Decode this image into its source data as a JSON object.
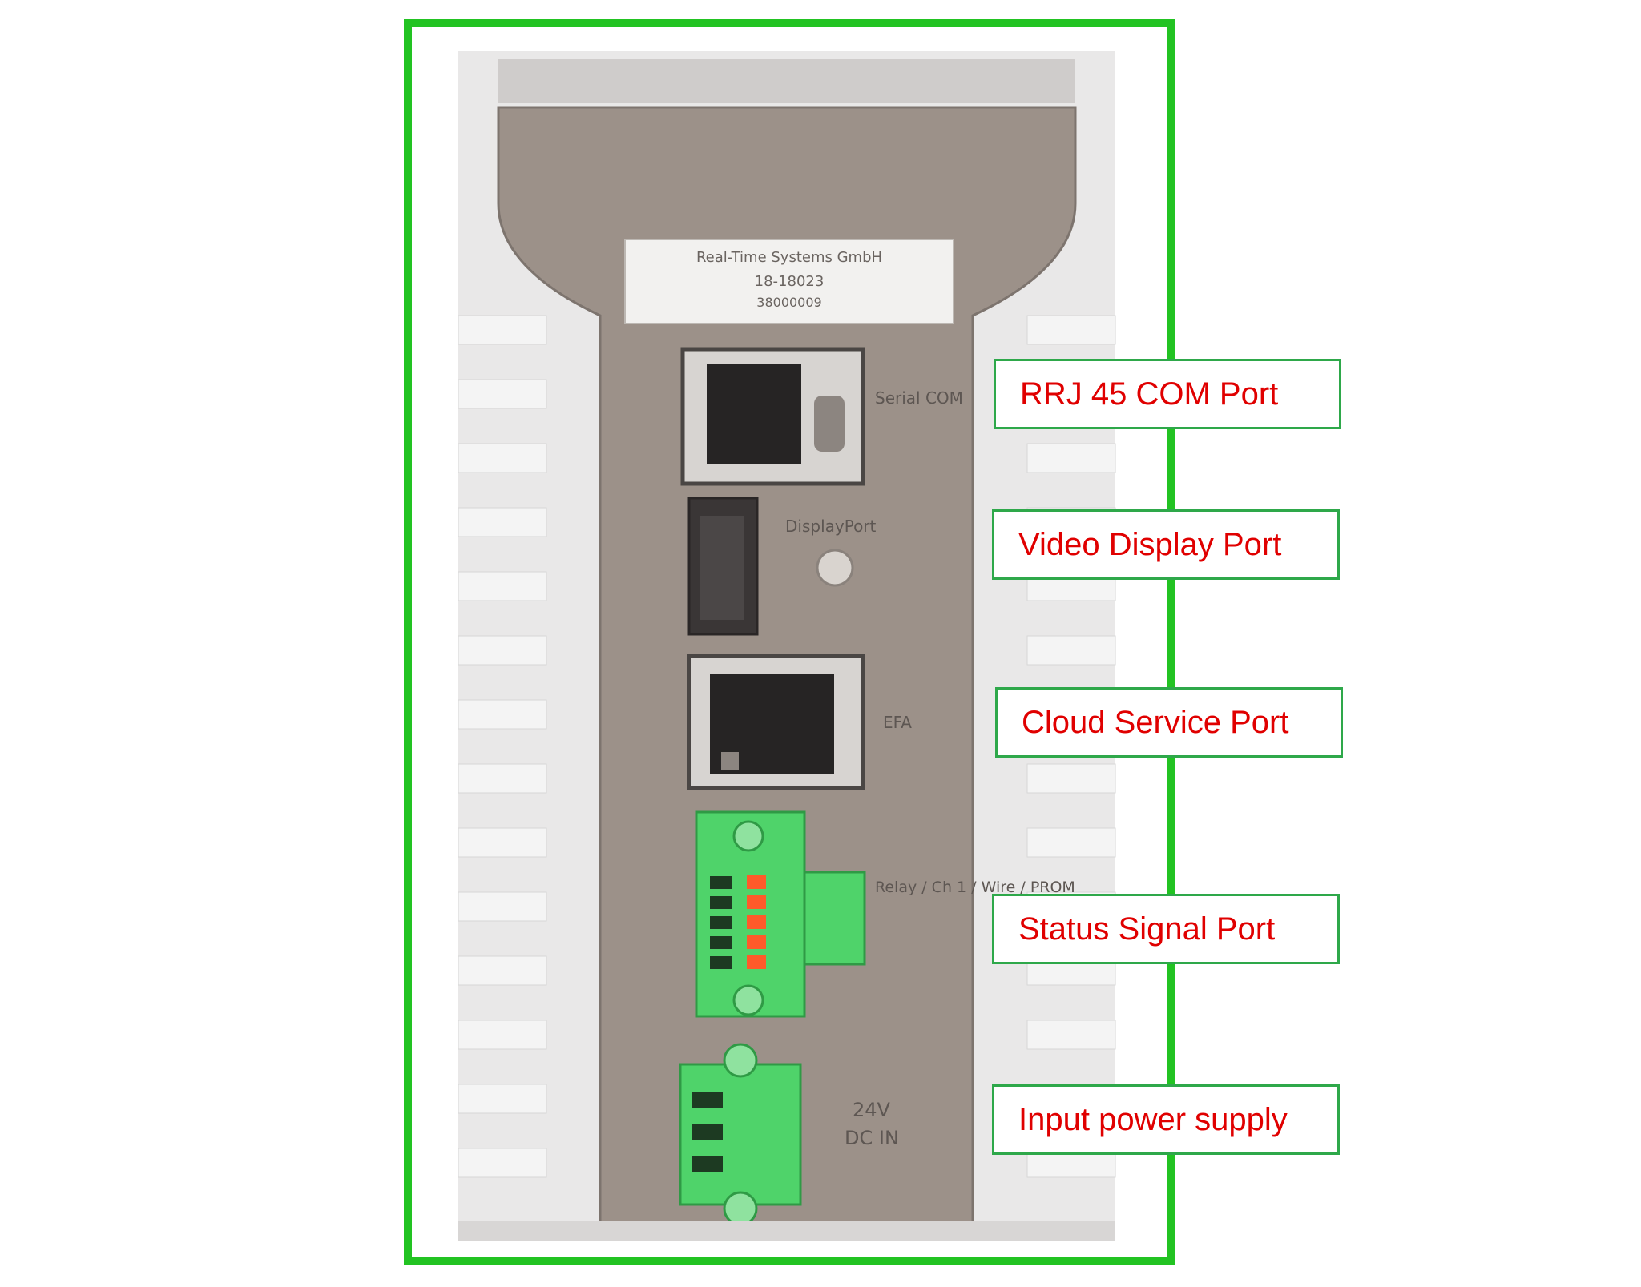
{
  "device": {
    "label_plate": {
      "line1": "Real-Time Systems GmbH",
      "line2": "18-18023",
      "line3": "38000009"
    },
    "port_labels": {
      "serial": "Serial COM",
      "display": "DisplayPort",
      "efa": "EFA",
      "status": "Relay / Ch 1 / Wire / PROM",
      "power_top": "24V",
      "power_bottom": "DC IN"
    },
    "colors": {
      "frame": "#22c322",
      "connector_green": "#4fd36a",
      "connector_orange": "#ff5a2a",
      "panel": "#9c9189",
      "heatsink": "#e7e6e6"
    }
  },
  "callouts": [
    {
      "label": "RRJ 45 COM Port"
    },
    {
      "label": "Video Display Port"
    },
    {
      "label": "Cloud Service Port"
    },
    {
      "label": "Status Signal Port"
    },
    {
      "label": "Input power supply"
    }
  ],
  "callout_style": {
    "text_color": "#e00000",
    "border_color": "#2ea84a"
  }
}
